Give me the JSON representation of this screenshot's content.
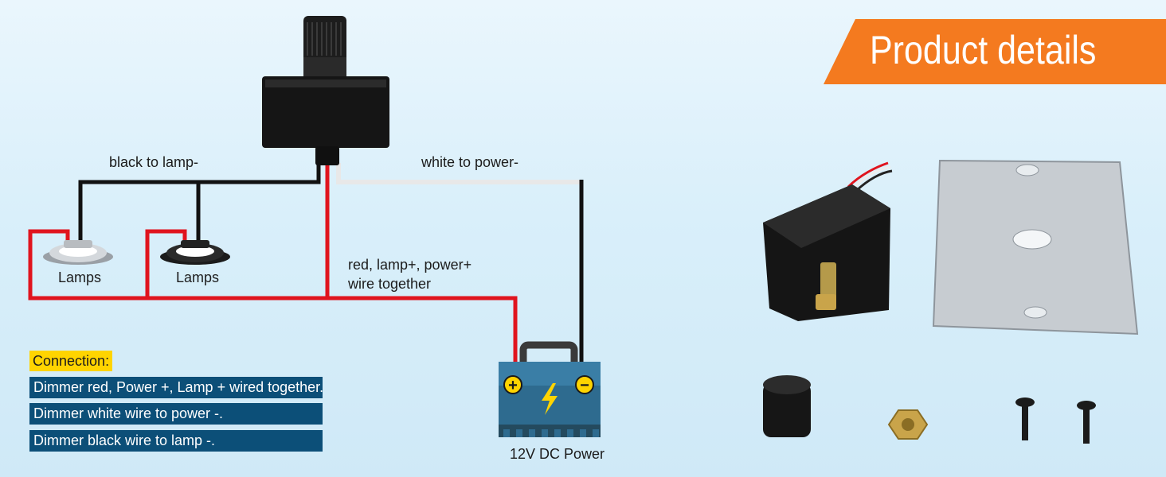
{
  "banner": {
    "title": "Product details",
    "color": "#f47a1f"
  },
  "wiring": {
    "black_label": "black to lamp-",
    "white_label": "white to power-",
    "red_label_line1": "red, lamp+, power+",
    "red_label_line2": "wire together",
    "lamp1_label": "Lamps",
    "lamp2_label": "Lamps",
    "power_label": "12V DC Power",
    "red_wire_color": "#e0141e",
    "black_wire_color": "#111111",
    "white_wire_color": "#f4f4f4"
  },
  "connection": {
    "title": "Connection:",
    "steps": [
      "Dimmer red, Power +, Lamp + wired together.",
      "Dimmer white wire to power -.",
      "Dimmer black wire to lamp -."
    ]
  },
  "battery": {
    "plus_symbol": "+",
    "minus_symbol": "−",
    "body_color": "#2e6b8f"
  }
}
